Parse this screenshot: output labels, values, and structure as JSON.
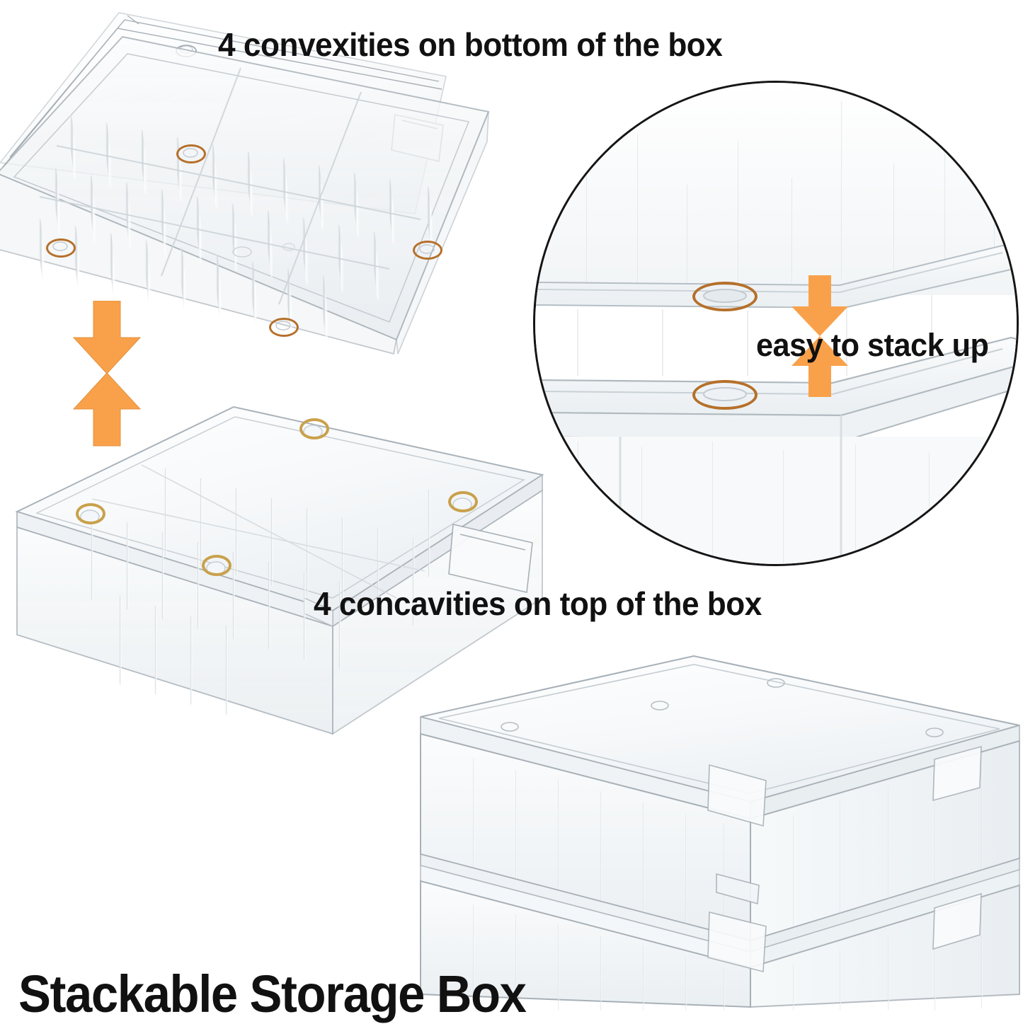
{
  "page": {
    "title": "Stackable Storage Box",
    "background_color": "#ffffff",
    "accent_orange": "#F9A14A",
    "highlight_ring_color": "#B5702A",
    "concavity_ring_color": "#C9A14B",
    "text_color": "#111111"
  },
  "callouts": {
    "convexities": "4 convexities on bottom of the box",
    "concavities": "4 concavities on top of the box",
    "stack": "easy to stack up"
  },
  "figures": {
    "inverted_box": {
      "name": "inverted clear box showing bottom",
      "convexity_count": 4
    },
    "closed_box": {
      "name": "closed clear box showing lid top",
      "concavity_count": 4
    },
    "detail_circle": {
      "name": "zoomed detail of two boxes interlocking",
      "highlight_count": 2
    },
    "stacked_boxes": {
      "name": "two clear boxes stacked",
      "box_count": 2
    }
  },
  "arrows": {
    "left_pair": [
      "down",
      "up"
    ],
    "inset_pair": [
      "down",
      "up"
    ]
  }
}
